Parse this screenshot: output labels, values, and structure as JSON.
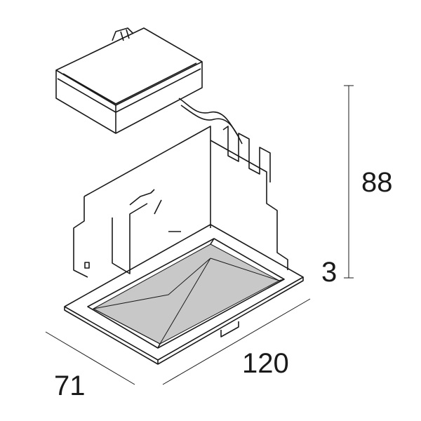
{
  "dimensions": {
    "height": "88",
    "trim_thickness": "3",
    "length": "120",
    "width": "71"
  },
  "colors": {
    "line": "#1a1a1a",
    "reflector": "#c8c8c8",
    "background": "#ffffff"
  }
}
